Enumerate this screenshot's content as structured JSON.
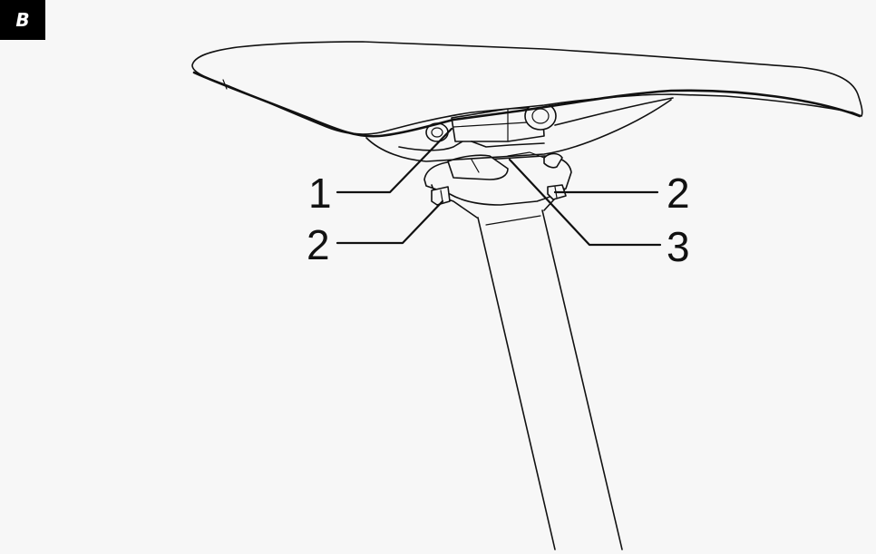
{
  "figure": {
    "badge": "B"
  },
  "callouts": [
    {
      "id": "c1-left",
      "label": "1"
    },
    {
      "id": "c2-left",
      "label": "2"
    },
    {
      "id": "c2-right",
      "label": "2"
    },
    {
      "id": "c3-right",
      "label": "3"
    }
  ]
}
